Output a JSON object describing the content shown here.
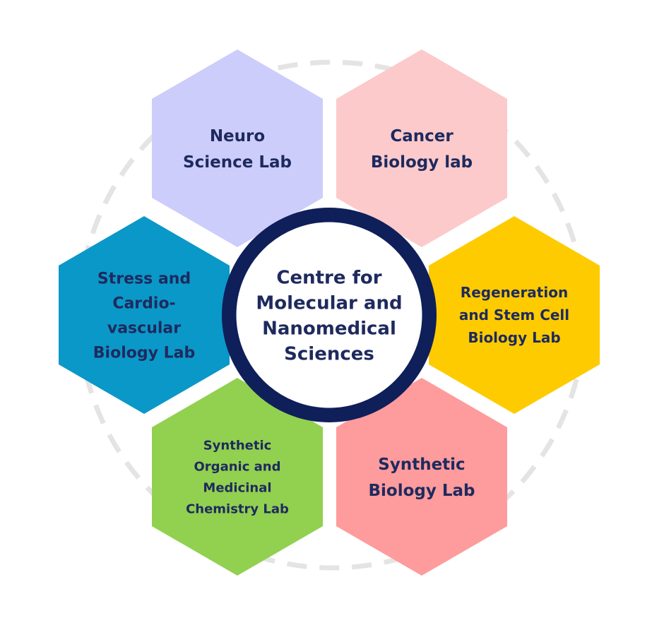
{
  "center": {
    "lines": [
      "Centre for",
      "Molecular and",
      "Nanomedical",
      "Sciences"
    ],
    "ring_color": "#0f1f5a",
    "inner_stroke": "#0f1f5a",
    "fill": "#ffffff"
  },
  "labs": [
    {
      "id": "neuro",
      "lines": [
        "Neuro",
        "Science Lab"
      ],
      "color": "#cccdfb"
    },
    {
      "id": "cancer",
      "lines": [
        "Cancer",
        "Biology lab"
      ],
      "color": "#fccaca"
    },
    {
      "id": "regeneration",
      "lines": [
        "Regeneration",
        "and Stem Cell",
        "Biology Lab"
      ],
      "color": "#fecb00"
    },
    {
      "id": "synthetic-biology",
      "lines": [
        "Synthetic",
        "Biology Lab"
      ],
      "color": "#fe9b9c"
    },
    {
      "id": "synthetic-organic",
      "lines": [
        "Synthetic",
        "Organic and",
        "Medicinal",
        "Chemistry Lab"
      ],
      "color": "#92d050"
    },
    {
      "id": "stress-cardio",
      "lines": [
        "Stress and",
        "Cardio-",
        "vascular",
        "Biology Lab"
      ],
      "color": "#0a98c8"
    }
  ],
  "dashed_ring_color": "#e4e4e4",
  "text_color": "#1e2a5e"
}
